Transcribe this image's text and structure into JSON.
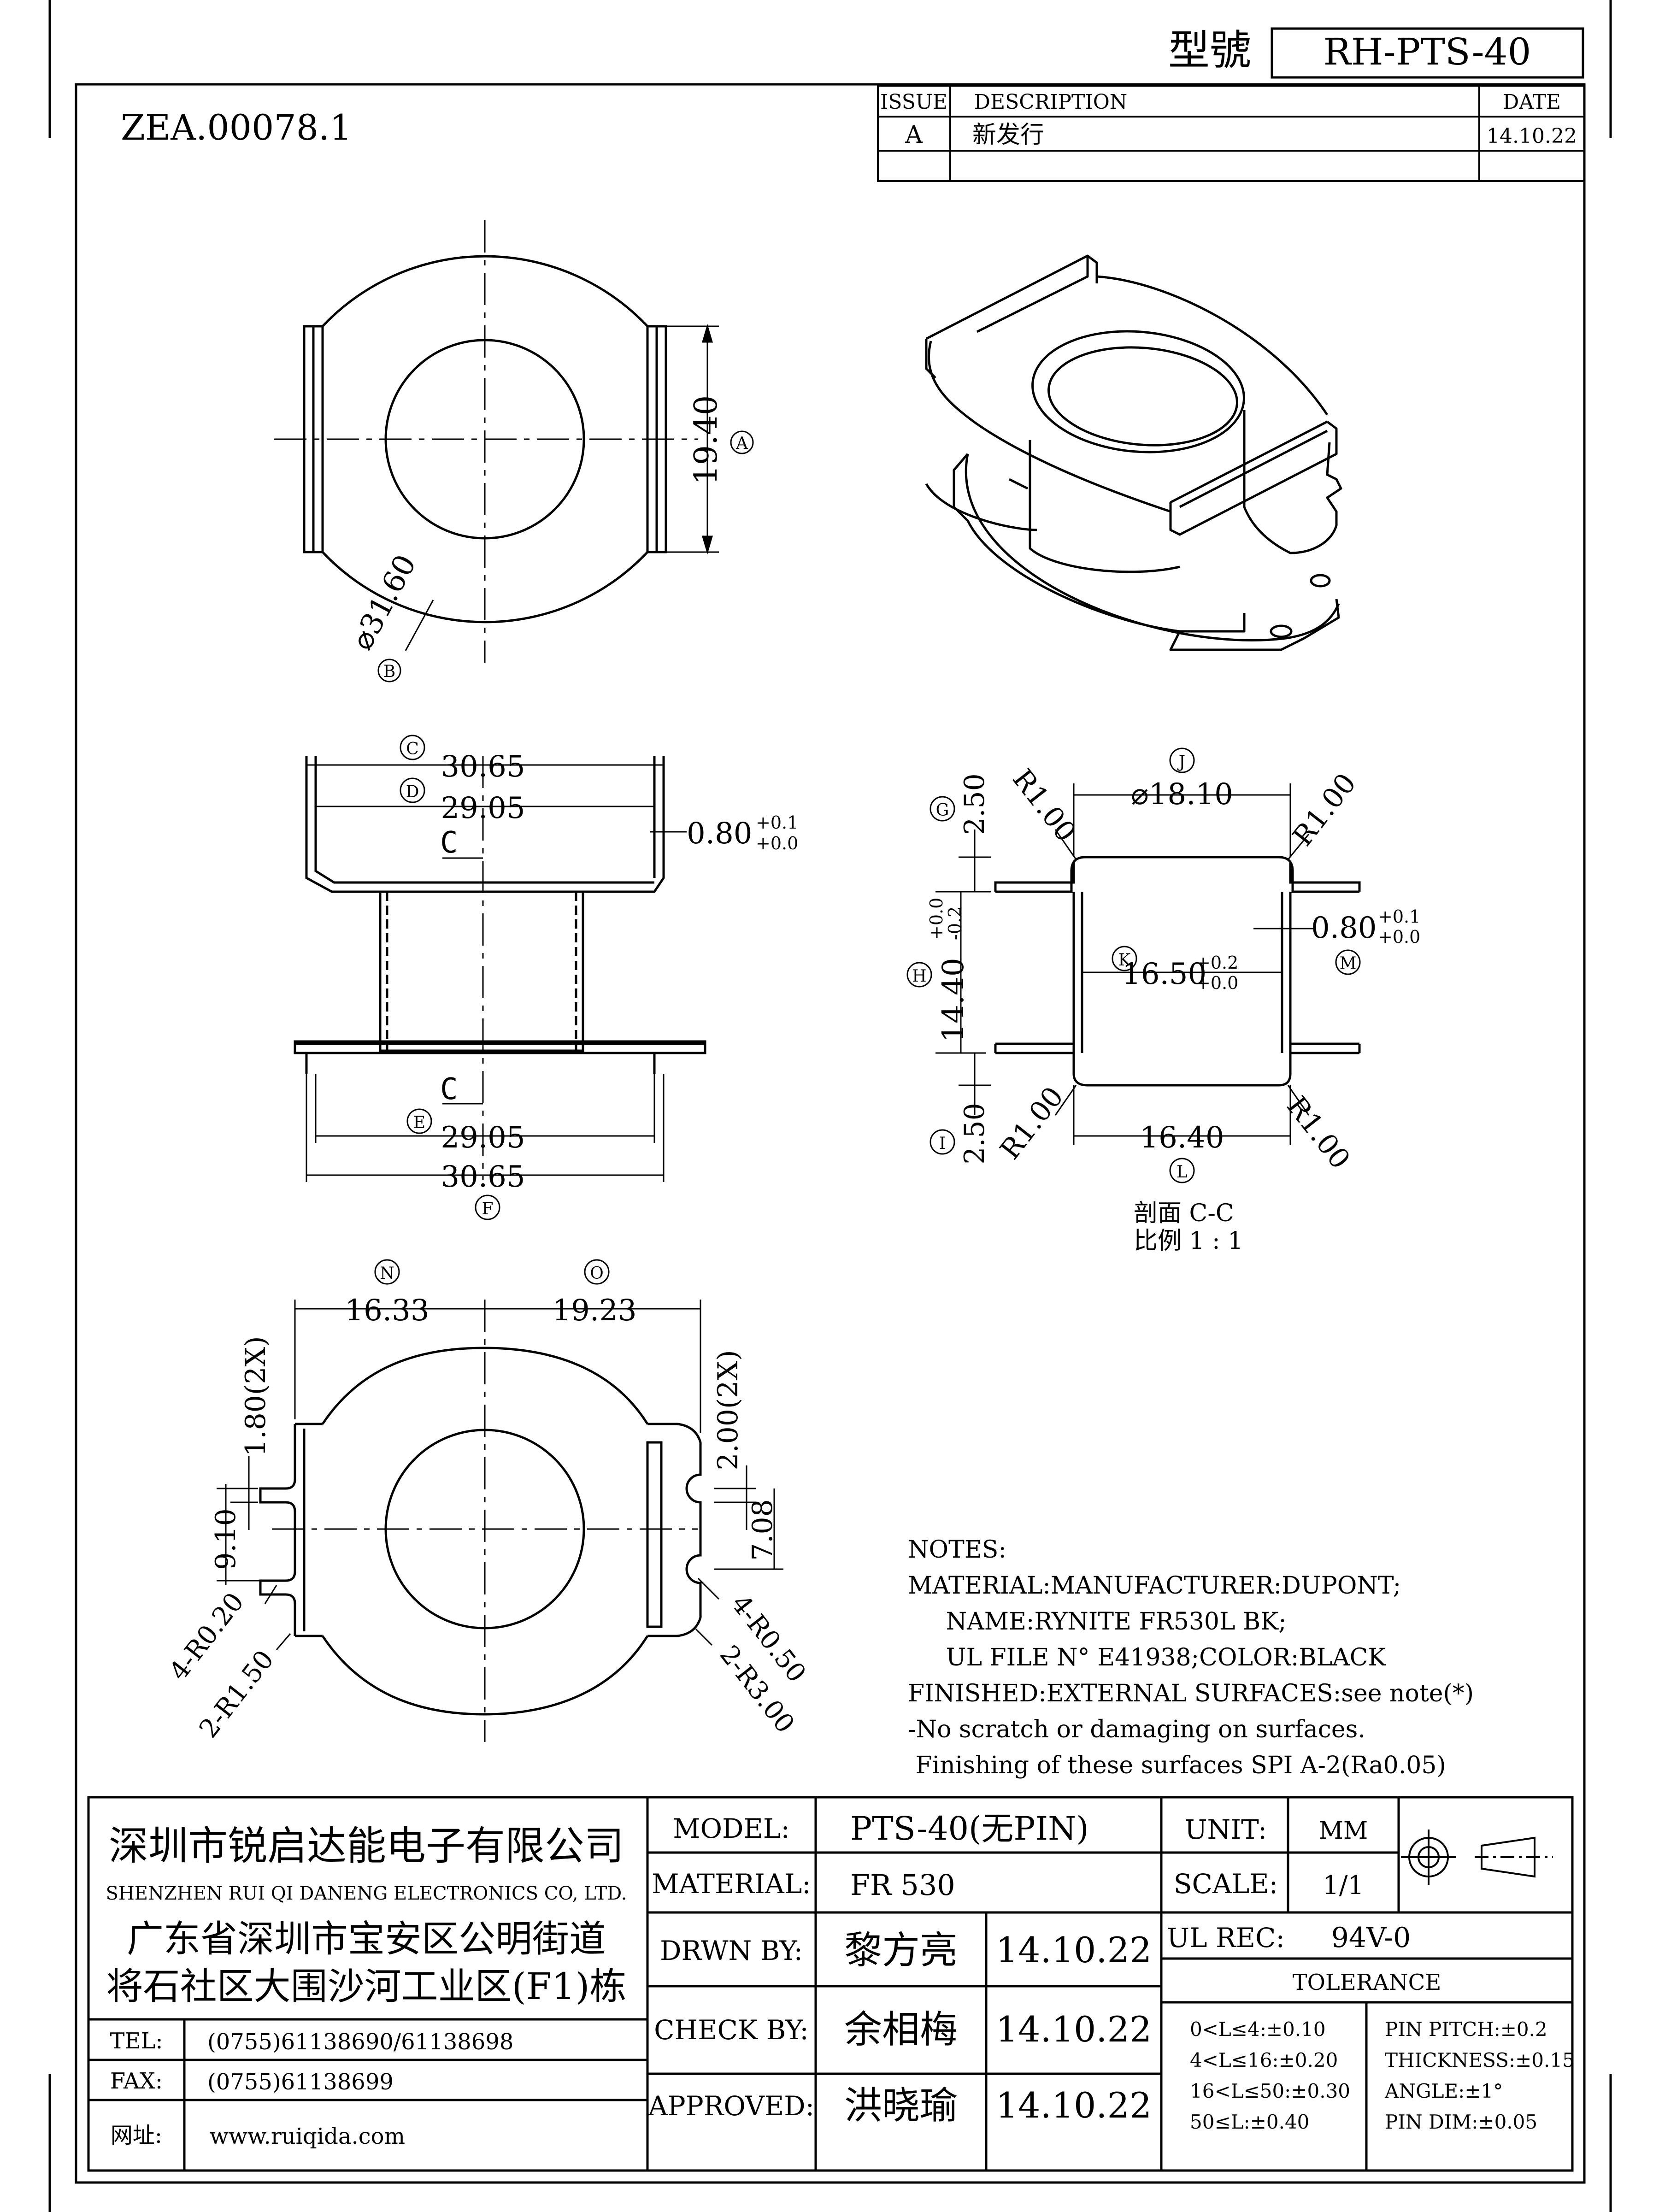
{
  "header": {
    "model_label": "型號",
    "model_value": "RH-PTS-40",
    "doc_number": "ZEA.00078.1"
  },
  "revision": {
    "col_issue": "ISSUE",
    "col_description": "DESCRIPTION",
    "col_date": "DATE",
    "rows": [
      {
        "issue": "A",
        "description": "新发行",
        "date": "14.10.22"
      }
    ]
  },
  "top_view": {
    "dim_height": "19.40",
    "dim_height_tag": "A",
    "dim_diameter": "⌀31.60",
    "dim_diameter_tag": "B"
  },
  "front_view": {
    "tag_c": "C",
    "dim_outer_top": "30.65",
    "tag_d": "D",
    "dim_inner_top": "29.05",
    "dim_flange": "0.80",
    "dim_flange_tol_plus": "+0.1",
    "dim_flange_tol_minus": "+0.0",
    "section_mark_top": "C",
    "section_mark_bottom": "C",
    "tag_e": "E",
    "dim_inner_bottom": "29.05",
    "dim_outer_bottom": "30.65",
    "tag_f": "F"
  },
  "section_view": {
    "tag_j": "J",
    "dim_top_dia": "⌀18.10",
    "r_top_left": "R1.00",
    "r_top_right": "R1.00",
    "tag_g": "G",
    "dim_top_height": "2.50",
    "dim_wall": "0.80",
    "dim_wall_tol_plus": "+0.1",
    "dim_wall_tol_minus": "+0.0",
    "tag_m": "M",
    "tag_h": "H",
    "dim_core_height": "14.40",
    "dim_core_height_tol_plus": "+0.0",
    "dim_core_height_tol_minus": "-0.2",
    "tag_k": "K",
    "dim_inner_dia": "16.50",
    "dim_inner_dia_tol_plus": "+0.2",
    "dim_inner_dia_tol_minus": "+0.0",
    "tag_i": "I",
    "dim_bottom_height": "2.50",
    "r_bottom_left": "R1.00",
    "r_bottom_right": "R1.00",
    "dim_bottom_dia": "16.40",
    "tag_l": "L",
    "caption_line1": "剖面 C-C",
    "caption_line2": "比例 1 : 1"
  },
  "bottom_view": {
    "tag_n": "N",
    "dim_left": "16.33",
    "tag_o": "O",
    "dim_right": "19.23",
    "dim_slot_left": "1.80(2X)",
    "dim_slot_right": "2.00(2X)",
    "dim_span_left": "9.10",
    "dim_span_right": "7.08",
    "r_left_small": "4-R0.20",
    "r_left_large": "2-R1.50",
    "r_right_small": "4-R0.50",
    "r_right_large": "2-R3.00"
  },
  "notes": [
    "NOTES:",
    "MATERIAL:MANUFACTURER:DUPONT;",
    "     NAME:RYNITE FR530L BK;",
    "     UL FILE N° E41938;COLOR:BLACK",
    "FINISHED:EXTERNAL SURFACES:see note(*)",
    "-No scratch or damaging on surfaces.",
    " Finishing of these surfaces SPI A-2(Ra0.05)"
  ],
  "title_block": {
    "company_cn": "深圳市锐启达能电子有限公司",
    "company_en": "SHENZHEN RUI QI DANENG ELECTRONICS CO, LTD.",
    "address_line1": "广东省深圳市宝安区公明街道",
    "address_line2": "将石社区大围沙河工业区(F1)栋",
    "contacts": [
      {
        "label": "TEL:",
        "value": "(0755)61138690/61138698"
      },
      {
        "label": "FAX:",
        "value": "(0755)61138699"
      },
      {
        "label": "网址:",
        "value": "www.ruiqida.com"
      }
    ],
    "model_label": "MODEL:",
    "model_value": "PTS-40(无PIN)",
    "material_label": "MATERIAL:",
    "material_value": "FR 530",
    "drawn_label": "DRWN BY:",
    "drawn_name": "黎方亮",
    "drawn_date": "14.10.22",
    "check_label": "CHECK BY:",
    "check_name": "余相梅",
    "check_date": "14.10.22",
    "approved_label": "APPROVED:",
    "approved_name": "洪晓瑜",
    "approved_date": "14.10.22",
    "unit_label": "UNIT:",
    "unit_value": "MM",
    "scale_label": "SCALE:",
    "scale_value": "1/1",
    "ul_label": "UL REC:",
    "ul_value": "94V-0",
    "tolerance_title": "TOLERANCE",
    "tolerance_left": [
      "0<L≤4:±0.10",
      "4<L≤16:±0.20",
      "16<L≤50:±0.30",
      "50≤L:±0.40"
    ],
    "tolerance_right": [
      "PIN PITCH:±0.2",
      "THICKNESS:±0.15",
      "ANGLE:±1°",
      "PIN DIM:±0.05"
    ]
  }
}
